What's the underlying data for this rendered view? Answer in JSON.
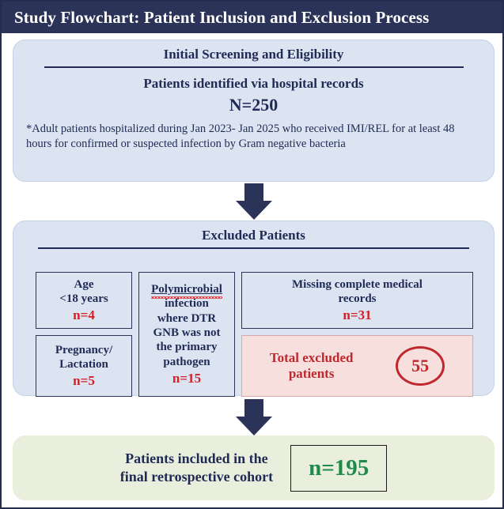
{
  "header": {
    "title": "Study Flowchart: Patient Inclusion and Exclusion Process",
    "bar_color": "#2b3358",
    "text_color": "#ffffff"
  },
  "stage1": {
    "heading": "Initial  Screening and Eligibility",
    "line1": "Patients identified  via hospital records",
    "count": "N=250",
    "note": "*Adult patients hospitalized during Jan 2023- Jan 2025 who received IMI/REL for at least 48 hours for confirmed or suspected infection by Gram negative bacteria",
    "fill_color": "#dce4f2",
    "text_color": "#1f2a55"
  },
  "arrow1": {
    "name": "down-arrow",
    "color": "#2b3358"
  },
  "stage2": {
    "heading": "Excluded Patients",
    "fill_color": "#dce4f2",
    "cells": [
      {
        "id": "age",
        "lines": [
          "Age",
          "<18 years"
        ],
        "count": "n=4",
        "spellcheck_word": ""
      },
      {
        "id": "polymicrobial",
        "lines": [
          "Polymicrobial",
          "infection",
          "where DTR",
          "GNB was not",
          "the primary",
          "pathogen"
        ],
        "count": "n=15",
        "spellcheck_word": "Polymicrobial"
      },
      {
        "id": "missing-records",
        "lines": [
          "Missing complete medical",
          "records"
        ],
        "count": "n=31",
        "spellcheck_word": ""
      },
      {
        "id": "pregnancy",
        "lines": [
          "Pregnancy/",
          "Lactation"
        ],
        "count": "n=5",
        "spellcheck_word": ""
      }
    ],
    "total": {
      "label_line1": "Total excluded",
      "label_line2": "patients",
      "value": "55",
      "fill_color": "#f6dfdd",
      "text_color": "#c0282d"
    },
    "count_color": "#d42026"
  },
  "arrow2": {
    "name": "down-arrow",
    "color": "#2b3358"
  },
  "stage3": {
    "label_line1": "Patients included in the",
    "label_line2": "final retrospective cohort",
    "count": "n=195",
    "fill_color": "#e9efdc",
    "text_color": "#1f2a55",
    "count_color": "#1f8a4c"
  }
}
